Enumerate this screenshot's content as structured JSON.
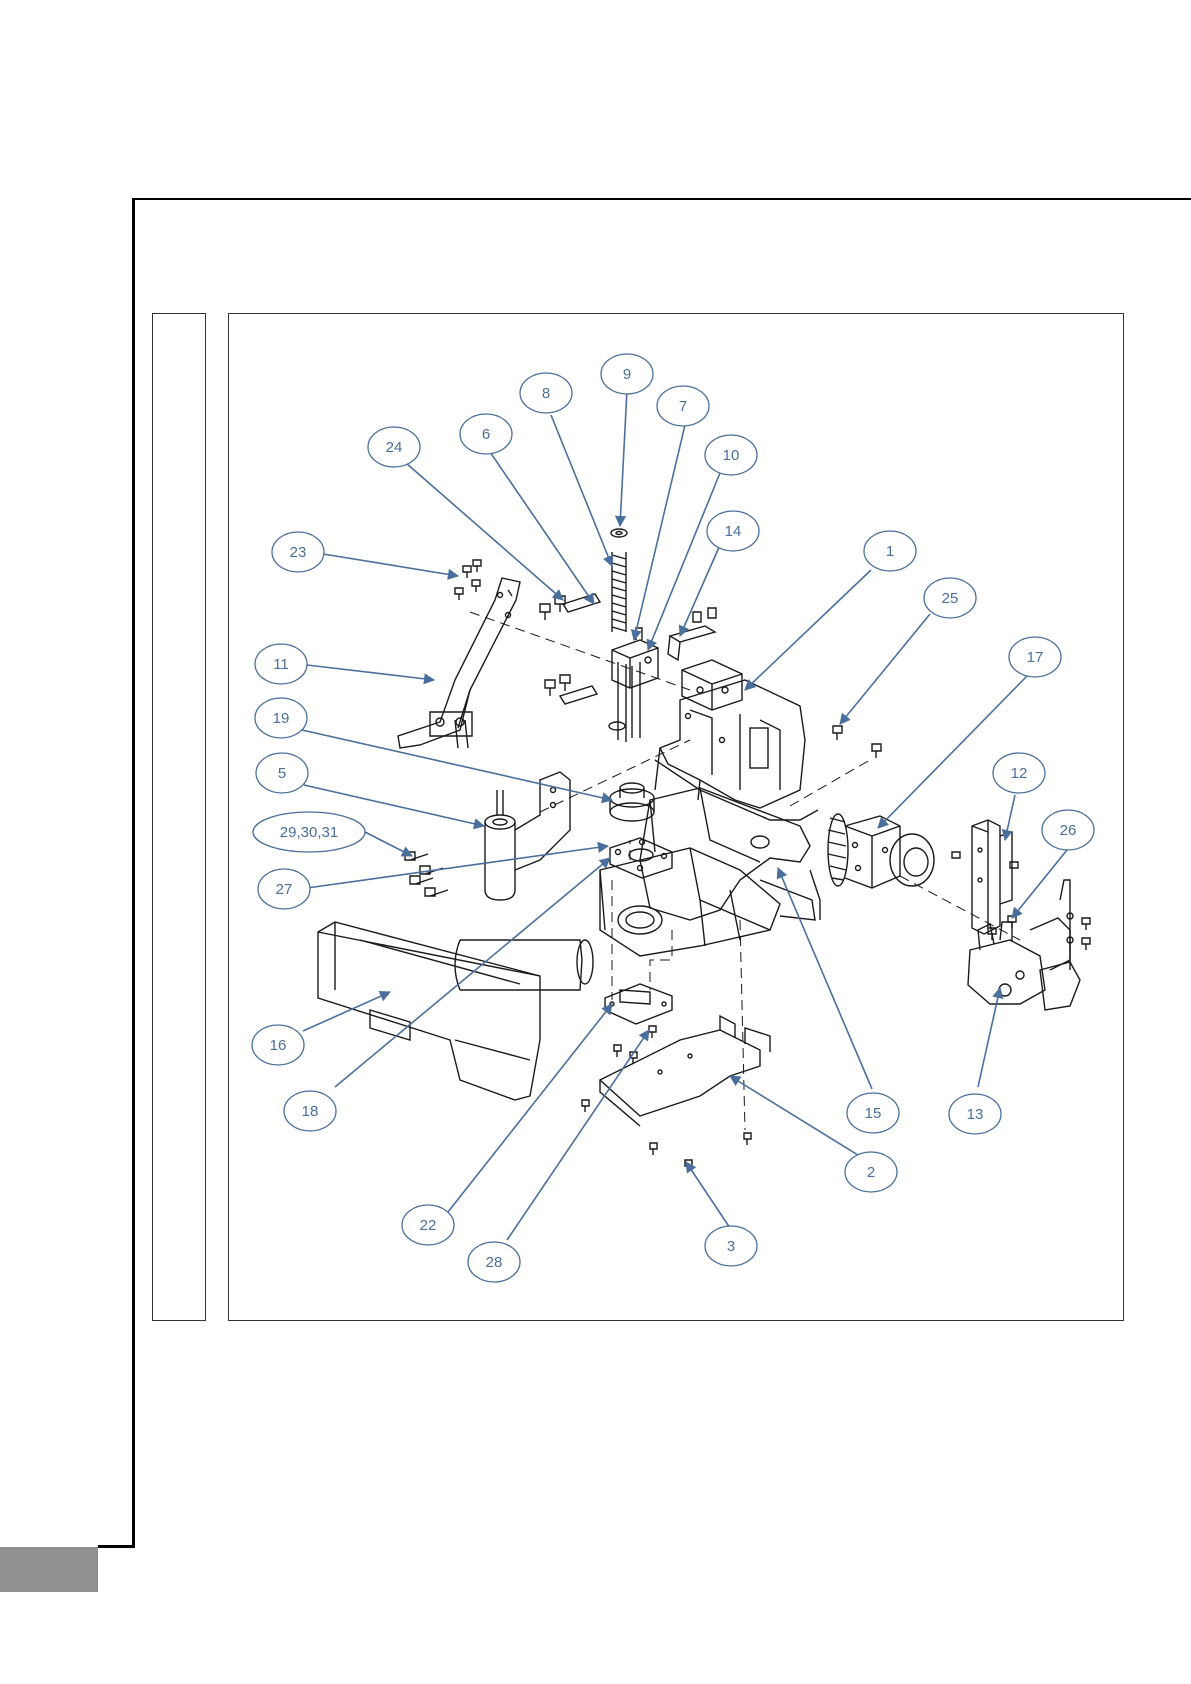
{
  "colors": {
    "callout": "#4a6f9c",
    "line": "#1a1a1a",
    "tab": "#909090"
  },
  "callouts": [
    {
      "label": "9"
    },
    {
      "label": "8"
    },
    {
      "label": "7"
    },
    {
      "label": "24"
    },
    {
      "label": "6"
    },
    {
      "label": "10"
    },
    {
      "label": "14"
    },
    {
      "label": "23"
    },
    {
      "label": "1"
    },
    {
      "label": "25"
    },
    {
      "label": "11"
    },
    {
      "label": "17"
    },
    {
      "label": "19"
    },
    {
      "label": "5"
    },
    {
      "label": "12"
    },
    {
      "label": "29,30,31"
    },
    {
      "label": "26"
    },
    {
      "label": "27"
    },
    {
      "label": "16"
    },
    {
      "label": "18"
    },
    {
      "label": "15"
    },
    {
      "label": "13"
    },
    {
      "label": "2"
    },
    {
      "label": "22"
    },
    {
      "label": "3"
    },
    {
      "label": "28"
    }
  ]
}
